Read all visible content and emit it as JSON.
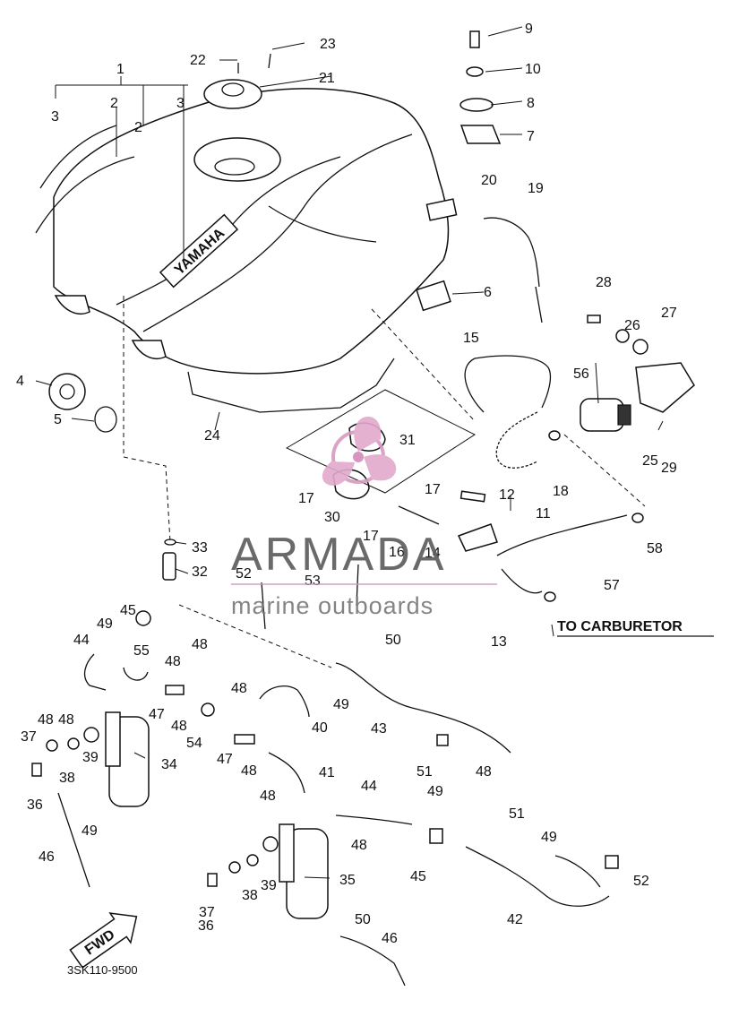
{
  "diagram": {
    "part_labels": [
      "1",
      "2",
      "2",
      "3",
      "3",
      "4",
      "5",
      "6",
      "7",
      "8",
      "9",
      "10",
      "11",
      "12",
      "13",
      "14",
      "15",
      "16",
      "17",
      "17",
      "17",
      "18",
      "19",
      "20",
      "21",
      "22",
      "23",
      "24",
      "25",
      "26",
      "27",
      "28",
      "29",
      "30",
      "31",
      "32",
      "33",
      "34",
      "35",
      "36",
      "36",
      "37",
      "37",
      "38",
      "38",
      "39",
      "39",
      "40",
      "41",
      "42",
      "43",
      "44",
      "44",
      "45",
      "45",
      "46",
      "46",
      "47",
      "47",
      "48",
      "48",
      "48",
      "48",
      "48",
      "48",
      "48",
      "48",
      "48",
      "48",
      "49",
      "49",
      "49",
      "49",
      "49",
      "50",
      "50",
      "51",
      "51",
      "52",
      "52",
      "53",
      "54",
      "55",
      "56",
      "57",
      "58"
    ],
    "callout": "TO CARBURETOR",
    "tank_logo": "YAMAHA",
    "front_arrow": "FWD",
    "drawing_code": "3SK110-9500"
  },
  "watermark": {
    "name": "ARMADA",
    "tagline": "marine outboards"
  }
}
